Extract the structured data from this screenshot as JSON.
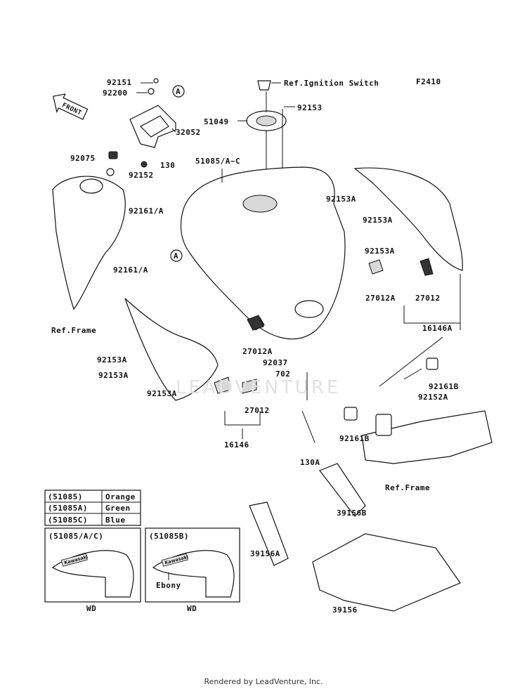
{
  "diagram_code": "F2410",
  "front_marker": "FRONT",
  "watermark": "LEADVENTURE",
  "callouts": {
    "c92151": "92151",
    "c92200": "92200",
    "refA1": "A",
    "c32052": "32052",
    "c92075": "92075",
    "c130": "130",
    "c92152": "92152",
    "ref_ignition": "Ref.Ignition Switch",
    "c92153": "92153",
    "c51049": "51049",
    "c51085": "51085/A~C",
    "c92153A_1": "92153A",
    "c92153A_2": "92153A",
    "c92153A_3": "92153A",
    "c92161A_1": "92161/A",
    "c92161A_2": "92161/A",
    "refA2": "A",
    "c27012A_1": "27012A",
    "c27012_1": "27012",
    "c16146A": "16146A",
    "ref_frame_1": "Ref.Frame",
    "c92153A_4": "92153A",
    "c92153A_5": "92153A",
    "c27012A_2": "27012A",
    "c92037": "92037",
    "c702": "702",
    "c92153A_6": "92153A",
    "c27012_2": "27012",
    "c92161B_1": "92161B",
    "c92152A": "92152A",
    "c92161B_2": "92161B",
    "c16146": "16146",
    "c130A": "130A",
    "ref_frame_2": "Ref.Frame",
    "c39156B": "39156B",
    "c39156A": "39156A",
    "c39156": "39156"
  },
  "color_table": [
    {
      "part": "(51085)",
      "color": "Orange"
    },
    {
      "part": "(51085A)",
      "color": "Green"
    },
    {
      "part": "(51085C)",
      "color": "Blue"
    }
  ],
  "variants": [
    {
      "title": "(51085/A/C)",
      "caption": "WD",
      "badge": "Kawasaki"
    },
    {
      "title": "(51085B)",
      "caption": "WD",
      "note": "Ebony",
      "badge": "Kawasaki"
    }
  ],
  "footer": "Rendered by LeadVenture, Inc."
}
